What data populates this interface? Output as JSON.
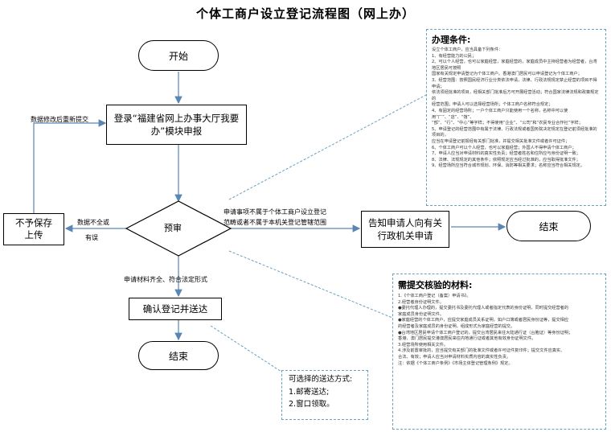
{
  "title": "个体工商户设立登记流程图（网上办）",
  "nodes": {
    "start": "开始",
    "login": "登录“福建省网上办事大厅我要办”模块申报",
    "review": "预审",
    "confirm": "确认登记并送达",
    "end1": "结束",
    "reject": "不予保存上传",
    "inform": "告知申请人向有关行政机关申请",
    "end2": "结束"
  },
  "edge_labels": {
    "resubmit": "数据修改后重新提交",
    "incomplete1": "数据不全或",
    "incomplete2": "有误",
    "not_scope1": "申请事项不属于个体工商户设立登记",
    "not_scope2": "范畴或者不属于本机关登记管辖范围",
    "complete": "申请材料齐全、符合法定形式"
  },
  "conditions": {
    "title": "办理条件:",
    "lines": [
      "设立个体工商户，应当具备下列条件：",
      "1、有经营能力的公民；",
      "2、可以个人经营，也可以家庭经营，家庭经营的，家庭成员中主持经营者为经营者，台湾地区居民可按照",
      "国家有关规定申请登记为个体工商户。香港澳门居民可以申请登记为个体工商户；",
      "3、经营范围：按照国民经济行业分类依法申请，法律、行政法规规定禁止经营的项目不得申请；",
      "依法须经批准的项目，经相关部门批准后方可开展经营活动；符合国家法律法规和政策规定的",
      "经营范围；申请人可以选择经营场所；个体工商户名称符合规定；",
      "4、有固定的经营场所；一户个体工商户只能使用一个名称，名称中可以使用“厂”、“店”、“馆”、",
      "“部”、“行”、“中心”等字样；不得使用“企业”、“公司”和“农民专业合作社”字样；",
      "5、申请登记的经营范围中有属于法律、行政法规或者国务院决定规定在登记前须经批准的项目的，",
      "应当在申请登记前报经有关部门批准，并提交相关批准文件或者许可证件；",
      "6、个体工商户可以个人经营，也可以家庭经营；外国人不得申请个体工商户；",
      "7、申请人应当对申请材料的真实性负责；经营者姓名和住所应与身份证明一致；",
      "8、法律、法规规定的其他条件；依照规定应当经过批准的，应当取得批准文件；",
      "9、经营场所应当符合城市规划、环保、消防等相关要求；名称应当符合相关规定。"
    ]
  },
  "materials": {
    "title": "需提交核验的材料:",
    "lines": [
      "1.《个体工商户登记（备案）申请书》。",
      "2.经营者身份证明文件。",
      "●委托代理人办理的，提交委托书及委托代理人或者指定代表的身份证明，同时提交经营者的",
      "家庭成员身份证明文件。",
      "●家庭经营的个体工商户，应提交家庭成员关系证明，如户口簿或者居民身份证等，提交相应",
      "的经营者及家庭成员的身份证明，组成形式为家庭经营的提交。",
      "●台湾地区居民申请个体工商户登记的，提交台湾居民来往大陆通行证（台胞证）等身份证明；",
      "香港、澳门居民提交港澳居民来往内地通行证或者其他有效身份证明文件。",
      "3.经营场所使用相关文件。",
      "4.涉及前置审批的，应当提交有关部门的批准文件或者许可证件复印件；提交文件应真实、",
      "合法、有效；申请人应当对申请材料实质内容的真实性负责。",
      "注：依据《个体工商户条例》《市场主体登记管理条例》规定。"
    ]
  },
  "delivery": {
    "title": "可选择的送达方式:",
    "items": [
      "1.邮寄送达;",
      "2.窗口领取。"
    ]
  },
  "colors": {
    "connector": "#5a86b4",
    "dash": "#6aa0c0",
    "border": "#000000"
  }
}
